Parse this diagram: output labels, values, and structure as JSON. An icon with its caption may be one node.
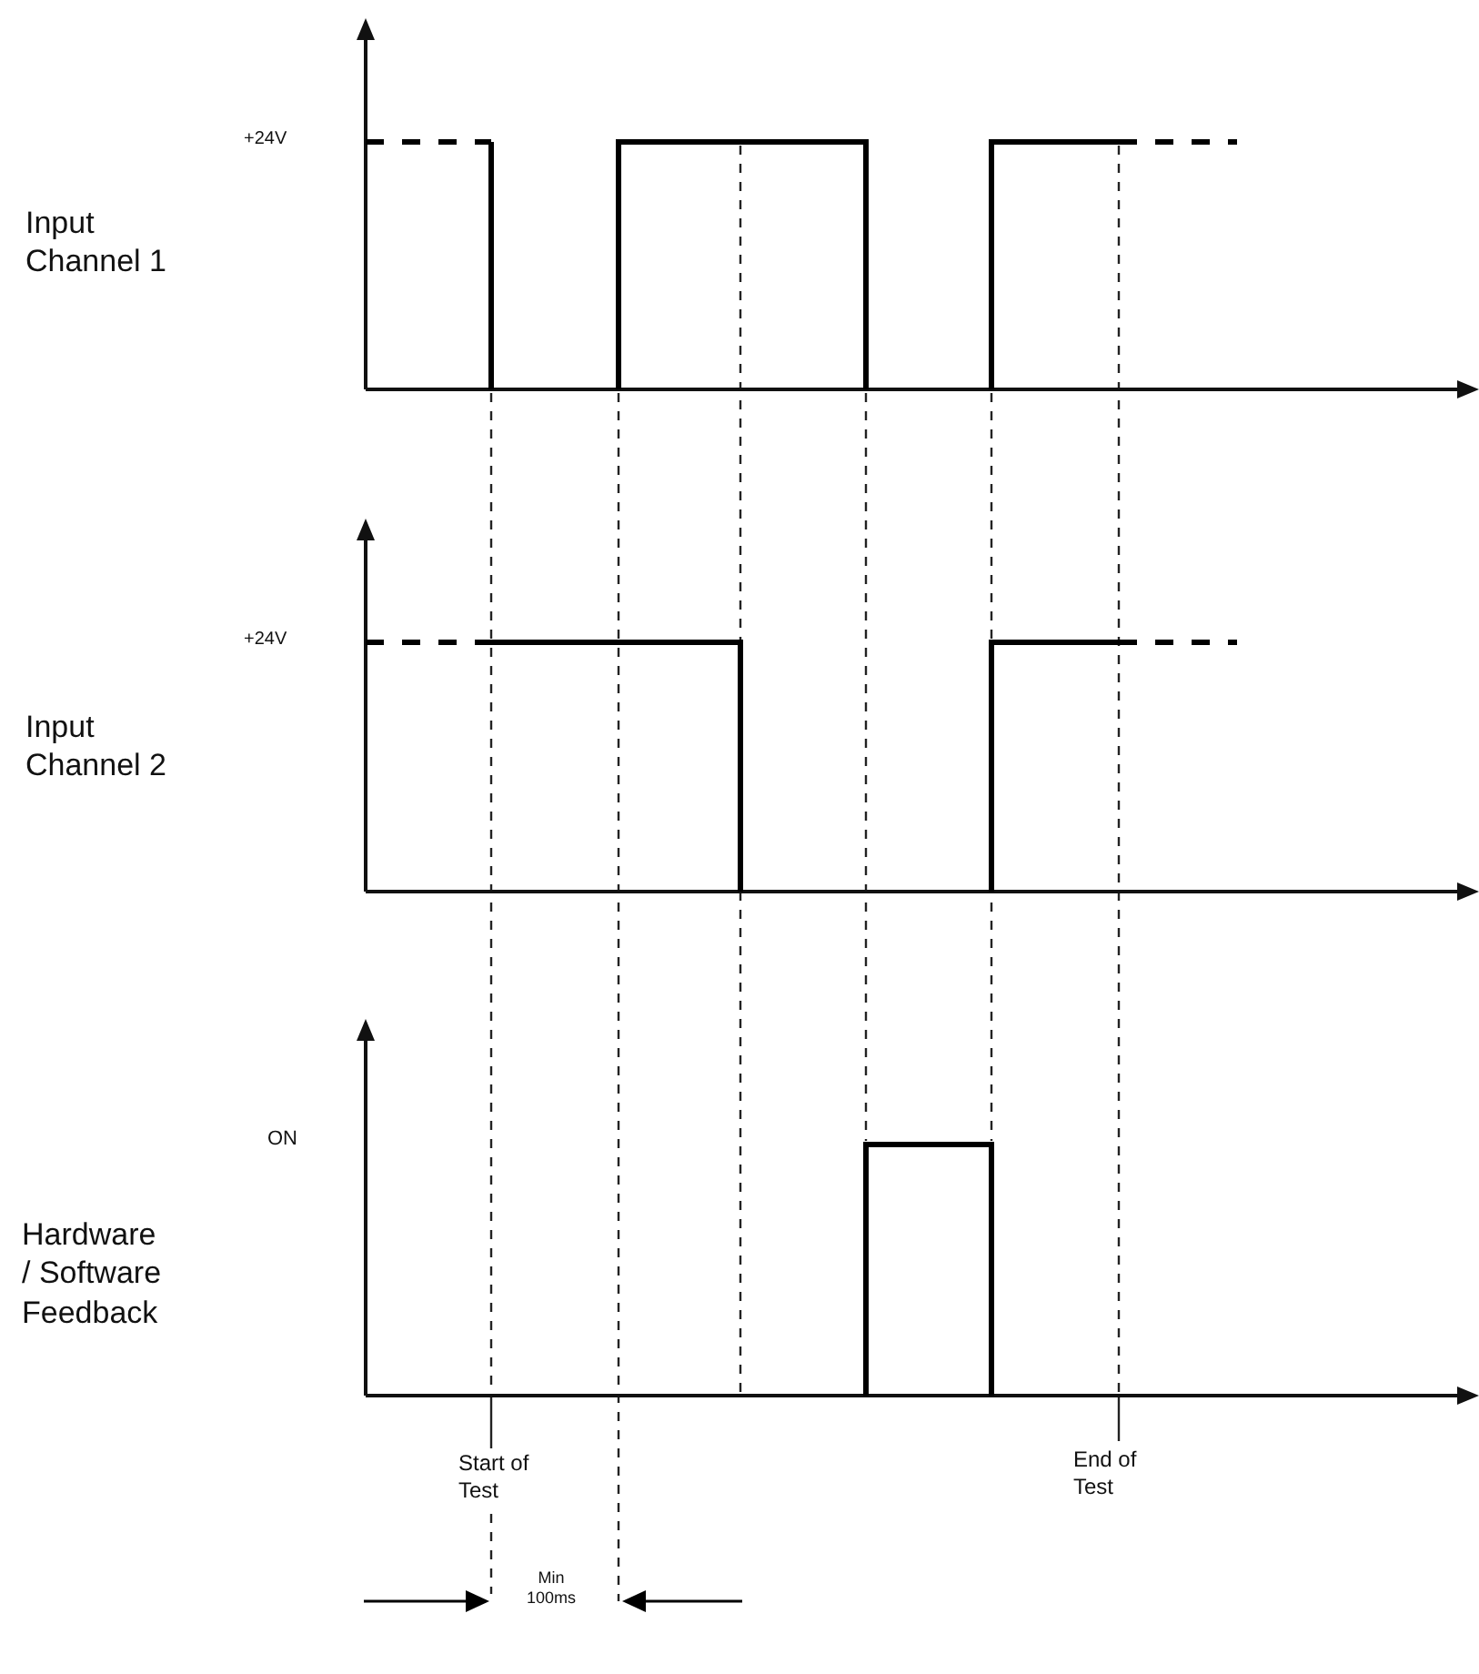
{
  "diagram": {
    "labels": [
      "+24V",
      "Input Channel 1",
      "+24V",
      "Input Channel 2",
      "ON",
      "Hardware / Software Feedback",
      "Start of Test",
      "End of Test",
      "Min 100ms"
    ]
  }
}
